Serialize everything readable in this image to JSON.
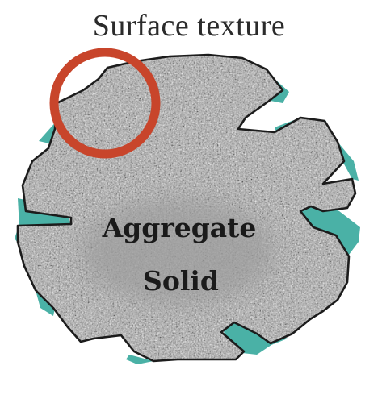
{
  "diagram": {
    "title": "Surface texture",
    "label_line1": "Aggregate",
    "label_line2": "Solid",
    "colors": {
      "binder": "#4ab1a6",
      "outline": "#1c1c1c",
      "highlight_ring": "#c8452b",
      "speckle_light": "#e2e2e2",
      "speckle_dark": "#6a6a6a"
    }
  }
}
